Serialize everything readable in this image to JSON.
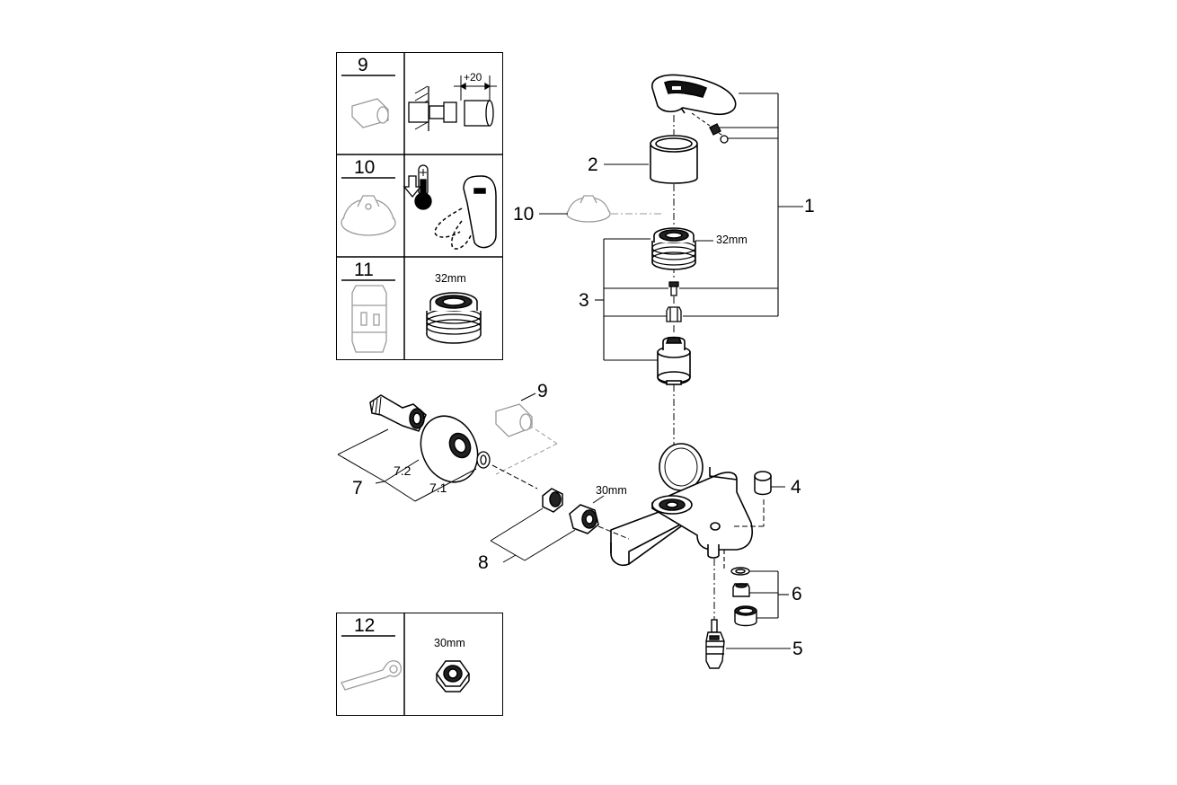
{
  "callouts": {
    "c1": "1",
    "c2": "2",
    "c3": "3",
    "c4": "4",
    "c5": "5",
    "c6": "6",
    "c7": "7",
    "c7_1": "7.1",
    "c7_2": "7.2",
    "c8": "8",
    "c9": "9",
    "c10": "10"
  },
  "dims": {
    "cartridge_32": "32mm",
    "nut_30": "30mm",
    "extension_20": "+20"
  },
  "table": {
    "rows": [
      {
        "num": "9"
      },
      {
        "num": "10"
      },
      {
        "num": "11",
        "dim": "32mm"
      }
    ]
  },
  "tool_table": {
    "num": "12",
    "dim": "30mm"
  },
  "colors": {
    "line": "#000000",
    "ghost": "#9a9a9a",
    "fill": "#ffffff",
    "shade": "#d9d9d9"
  }
}
